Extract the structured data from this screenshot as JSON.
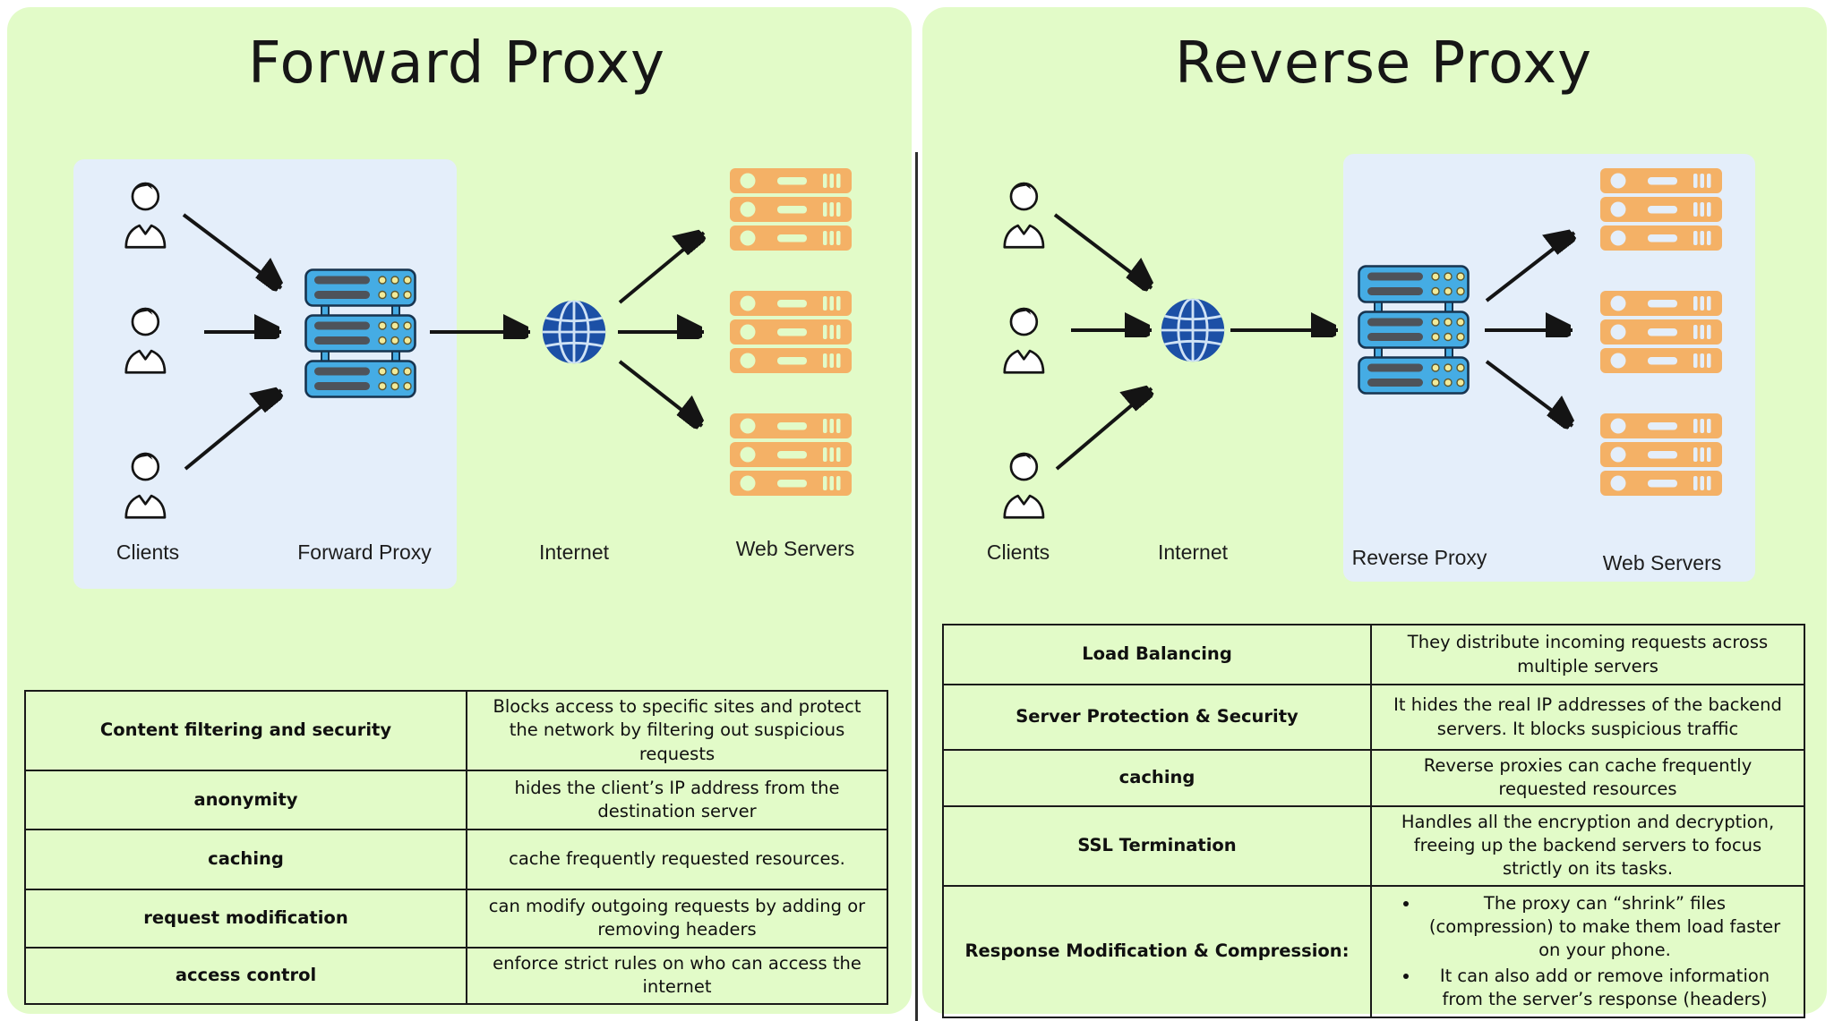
{
  "colors": {
    "card_background": "#e2fbc8",
    "panel_background": "#e4eefa",
    "proxy_server_blue": "#45ace4",
    "web_server_orange": "#f4b166",
    "globe_blue": "#1c50a6",
    "line_black": "#141414"
  },
  "left": {
    "title": "Forward Proxy",
    "diagram": {
      "clients_label": "Clients",
      "proxy_label": "Forward Proxy",
      "internet_label": "Internet",
      "web_servers_label": "Web Servers"
    },
    "table": {
      "rows": [
        {
          "feature": "Content filtering and security",
          "description": "Blocks access to specific sites and protect the network by filtering out suspicious requests"
        },
        {
          "feature": "anonymity",
          "description": "hides the client’s IP address from the destination server"
        },
        {
          "feature": "caching",
          "description": "cache frequently requested resources."
        },
        {
          "feature": "request modification",
          "description": "can modify outgoing requests by adding or removing headers"
        },
        {
          "feature": "access control",
          "description": "enforce strict rules on who can access the internet"
        }
      ]
    }
  },
  "right": {
    "title": "Reverse Proxy",
    "diagram": {
      "clients_label": "Clients",
      "internet_label": "Internet",
      "proxy_label": "Reverse Proxy",
      "web_servers_label": "Web Servers"
    },
    "table": {
      "rows": [
        {
          "feature": "Load Balancing",
          "description": "They distribute incoming requests across multiple servers"
        },
        {
          "feature": "Server Protection & Security",
          "description": "It hides the real IP addresses of the backend servers. It blocks suspicious traffic"
        },
        {
          "feature": "caching",
          "description": "Reverse proxies can cache frequently requested resources"
        },
        {
          "feature": "SSL Termination",
          "description": "Handles all the encryption and decryption, freeing up the backend servers to focus strictly on its tasks."
        },
        {
          "feature": "Response Modification & Compression:",
          "bullets": [
            "The proxy can “shrink” files (compression) to make them load faster on your phone.",
            "It can also add or remove information from the server’s response (headers)"
          ]
        }
      ]
    }
  }
}
